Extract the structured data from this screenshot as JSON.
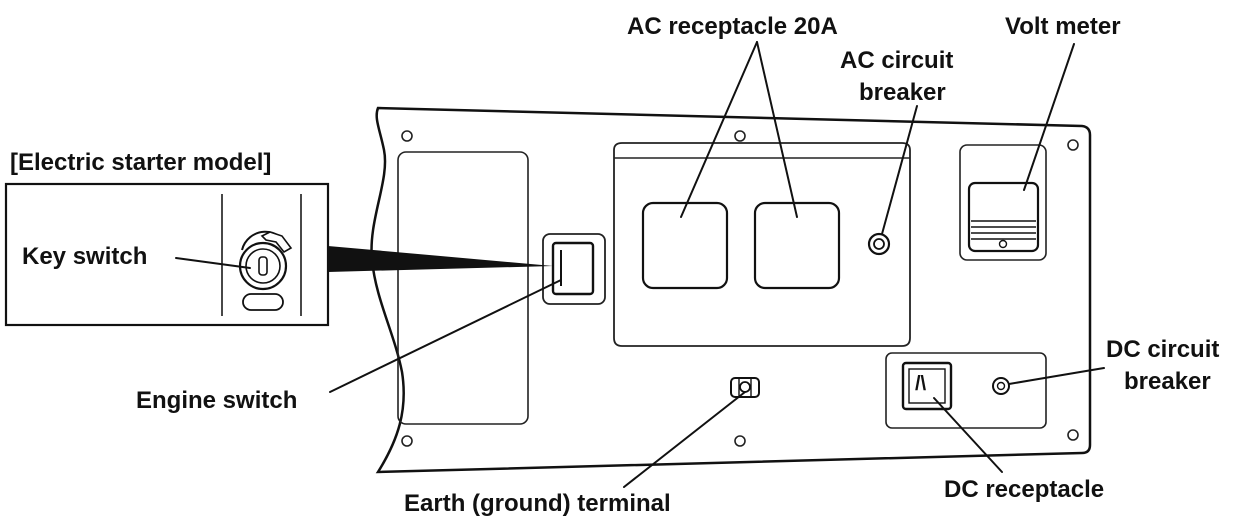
{
  "figure": {
    "inset_title": "[Electric starter model]",
    "labels": {
      "key_switch": "Key switch",
      "engine_switch": "Engine switch",
      "ac_receptacle": "AC receptacle 20A",
      "ac_breaker_line1": "AC circuit",
      "ac_breaker_line2": "breaker",
      "volt_meter": "Volt meter",
      "dc_breaker_line1": "DC circuit",
      "dc_breaker_line2": "breaker",
      "dc_receptacle": "DC receptacle",
      "earth_terminal": "Earth (ground) terminal"
    },
    "dc_receptacle_symbol": "/\\"
  }
}
